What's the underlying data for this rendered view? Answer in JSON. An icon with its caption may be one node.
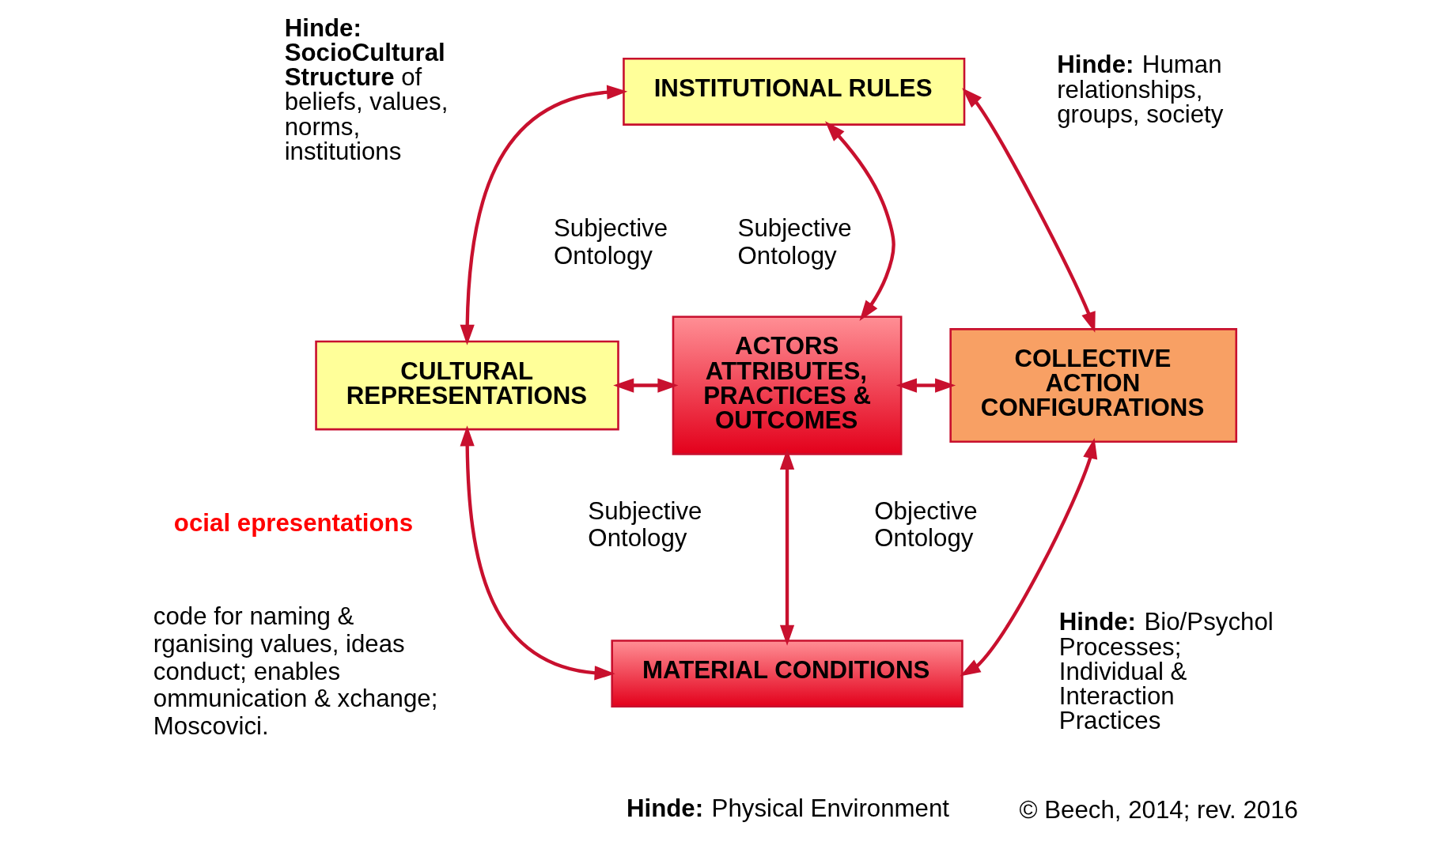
{
  "diagram": {
    "nodes": [
      {
        "text": [
          "INSTITUTIONAL RULES"
        ]
      },
      {
        "text": [
          "CULTURAL REPRESENTATIONS"
        ]
      },
      {
        "text": [
          "ACTORS ATTRIBUTES, PRACTICES & OUTCOMES"
        ]
      },
      {
        "text": [
          "COLLECTIVE ACTION CONFIGURATIONS"
        ]
      },
      {
        "text": [
          "MATERIAL CONDITIONS"
        ]
      }
    ],
    "edges": [
      {
        "from": 0,
        "to": 1,
        "arrow": "both"
      },
      {
        "from": 0,
        "to": 2,
        "arrow": "both"
      },
      {
        "from": 0,
        "to": 3,
        "arrow": "both"
      },
      {
        "from": 1,
        "to": 2,
        "arrow": "both"
      },
      {
        "from": 2,
        "to": 3,
        "arrow": "both"
      },
      {
        "from": 1,
        "to": 4,
        "arrow": "both"
      },
      {
        "from": 2,
        "to": 4,
        "arrow": "both"
      },
      {
        "from": 3,
        "to": 4,
        "arrow": "both"
      }
    ],
    "labels": [
      "**Hinde: SocioCultural Structure** of beliefs, values, norms, institutions",
      "**Hinde:** Human relationships, groups, society",
      "Subjective Ontology",
      "Subjective Ontology",
      "**ocial epresentations**",
      "code for naming & rganising values, ideas conduct; enables ommunication & xchange; Moscovici.",
      "Subjective Ontology",
      "Objective Ontology",
      "**Hinde:** Bio/Psychol Processes; Individual & Interaction Practices",
      "**Hinde:** Physical Environment",
      "© Beech, 2014; rev. 2016"
    ]
  }
}
